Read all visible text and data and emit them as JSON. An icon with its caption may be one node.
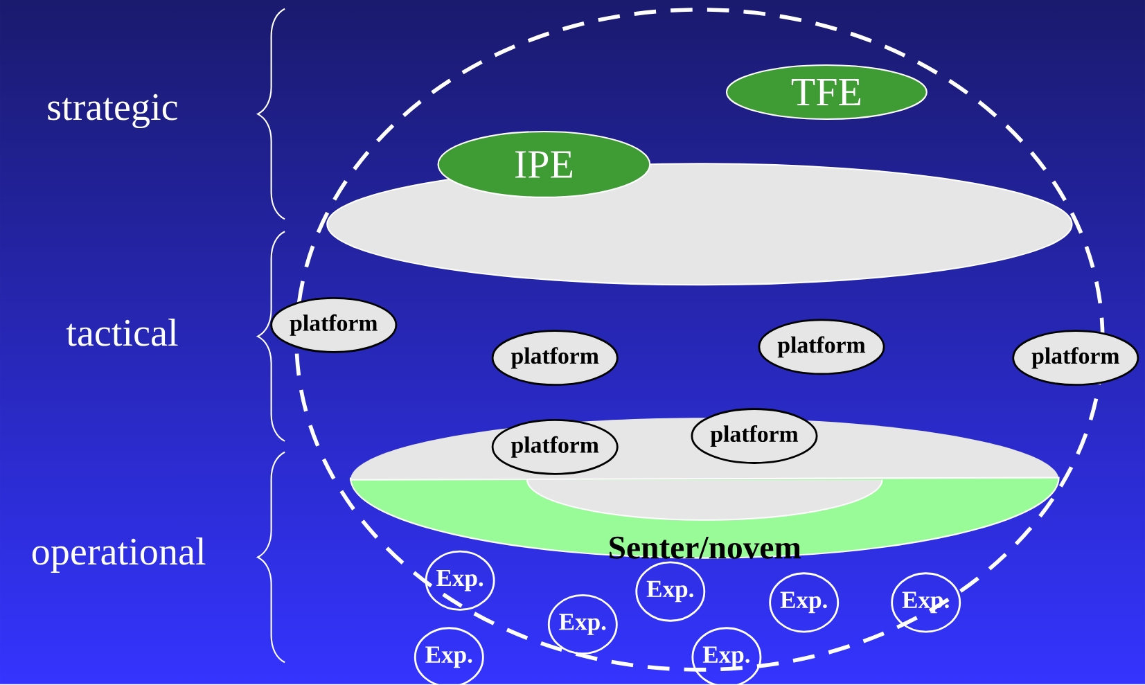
{
  "diagram": {
    "nodes": [
      {
        "text": [
          "TFE"
        ]
      },
      {
        "text": [
          "IPE"
        ]
      },
      {
        "text": [],
        "shape": "ellipse"
      },
      {
        "text": [
          "platform"
        ]
      },
      {
        "text": [
          "platform"
        ]
      },
      {
        "text": [
          "platform"
        ]
      },
      {
        "text": [
          "platform"
        ]
      },
      {
        "text": [
          "platform"
        ]
      },
      {
        "text": [
          "platform"
        ]
      },
      {
        "text": [
          "Senter/novem"
        ]
      },
      {
        "text": [
          "Exp."
        ]
      },
      {
        "text": [
          "Exp."
        ]
      },
      {
        "text": [
          "Exp."
        ]
      },
      {
        "text": [
          "Exp."
        ]
      },
      {
        "text": [
          "Exp."
        ]
      },
      {
        "text": [
          "Exp."
        ]
      },
      {
        "text": [
          "Exp."
        ]
      }
    ],
    "labels": [
      "strategic",
      "tactical",
      "operational"
    ]
  }
}
